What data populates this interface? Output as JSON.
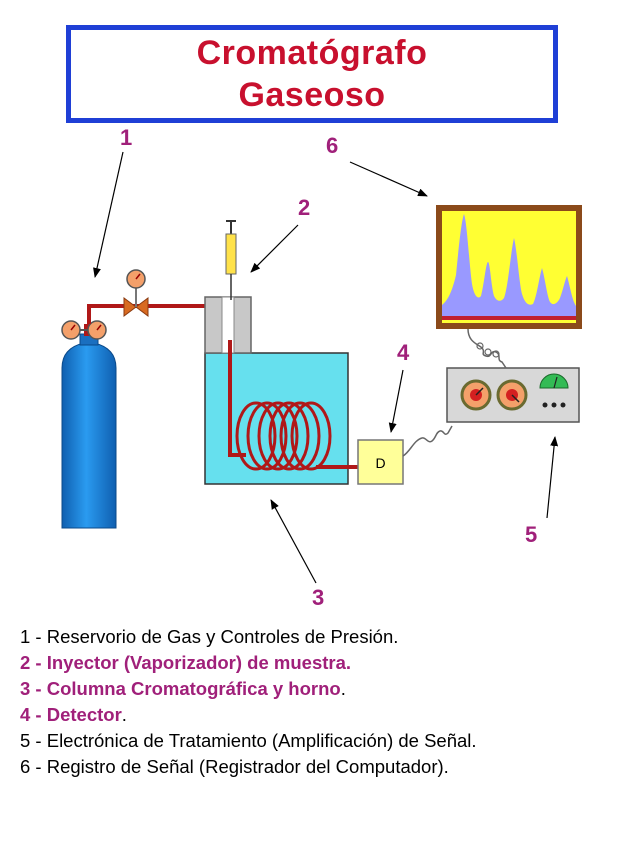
{
  "title": {
    "line1": "Cromatógrafo",
    "line2": "Gaseoso"
  },
  "detector_label": "D",
  "callouts": {
    "n1": "1",
    "n2": "2",
    "n3": "3",
    "n4": "4",
    "n5": "5",
    "n6": "6"
  },
  "legend": [
    {
      "id": "1",
      "text": "1 - Reservorio de Gas y Controles de Presión.",
      "highlight": false
    },
    {
      "id": "2",
      "text": "2 - Inyector (Vaporizador) de muestra.",
      "highlight": true
    },
    {
      "id": "3",
      "text": "3 - Columna Cromatográfica y horno",
      "suffix": ".",
      "highlight": true
    },
    {
      "id": "4",
      "text": "4 - Detector",
      "suffix": ".",
      "highlight": true
    },
    {
      "id": "5",
      "text": "5 - Electrónica de Tratamiento (Amplificación) de Señal.",
      "highlight": false
    },
    {
      "id": "6",
      "text": "6 - Registro de Señal (Registrador del Computador).",
      "highlight": false
    }
  ],
  "colors": {
    "accent_title": "#c8102e",
    "title_border": "#1f3fd6",
    "callout": "#a0207a",
    "gas_cylinder": "#1e8fe0",
    "oven_water": "#66e0ee",
    "tubing": "#b01818",
    "monitor_screen": "#ffff33",
    "signal_fill": "#9999ff",
    "detector_box": "#ffff99"
  }
}
